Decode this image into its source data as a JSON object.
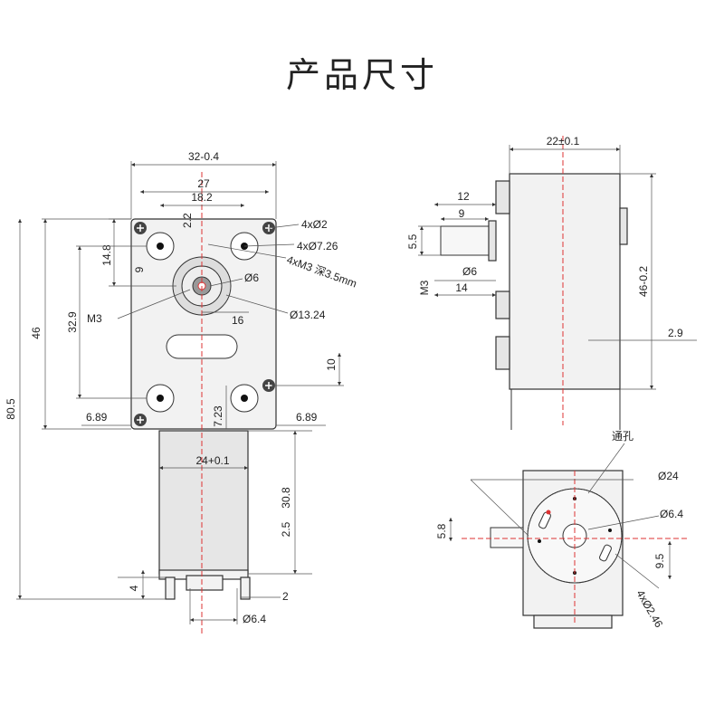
{
  "title": "产品尺寸",
  "front": {
    "width_total": "32-0.4",
    "width_27": "27",
    "width_18_2": "18.2",
    "small_2_2": "2.2",
    "holes_small": "4xØ2",
    "holes_large": "4xØ7.26",
    "tap": "4xM3 深3.5mm",
    "shaft": "Ø6",
    "boss": "Ø13.24",
    "d16": "16",
    "m3": "M3",
    "h14_8": "14.8",
    "h9": "9",
    "h32_9": "32.9",
    "h46": "46",
    "h80_5": "80.5",
    "h10": "10",
    "left_6_89": "6.89",
    "right_6_89": "6.89",
    "h7_23": "7.23",
    "motor_24": "24+0.1",
    "h30_8": "30.8",
    "h2_5": "2.5",
    "h4": "4",
    "d2": "2",
    "d6_4": "Ø6.4"
  },
  "side": {
    "w22": "22±0.1",
    "w12": "12",
    "w9": "9",
    "h5_5": "5.5",
    "m3": "M3",
    "shaft": "Ø6",
    "w14": "14",
    "h46": "46-0.2",
    "t2_9": "2.9"
  },
  "bottom": {
    "through_hole": "通孔",
    "d24": "Ø24",
    "d6_4": "Ø6.4",
    "h5_8": "5.8",
    "h9_5": "9.5",
    "holes": "4xØ2.46"
  }
}
